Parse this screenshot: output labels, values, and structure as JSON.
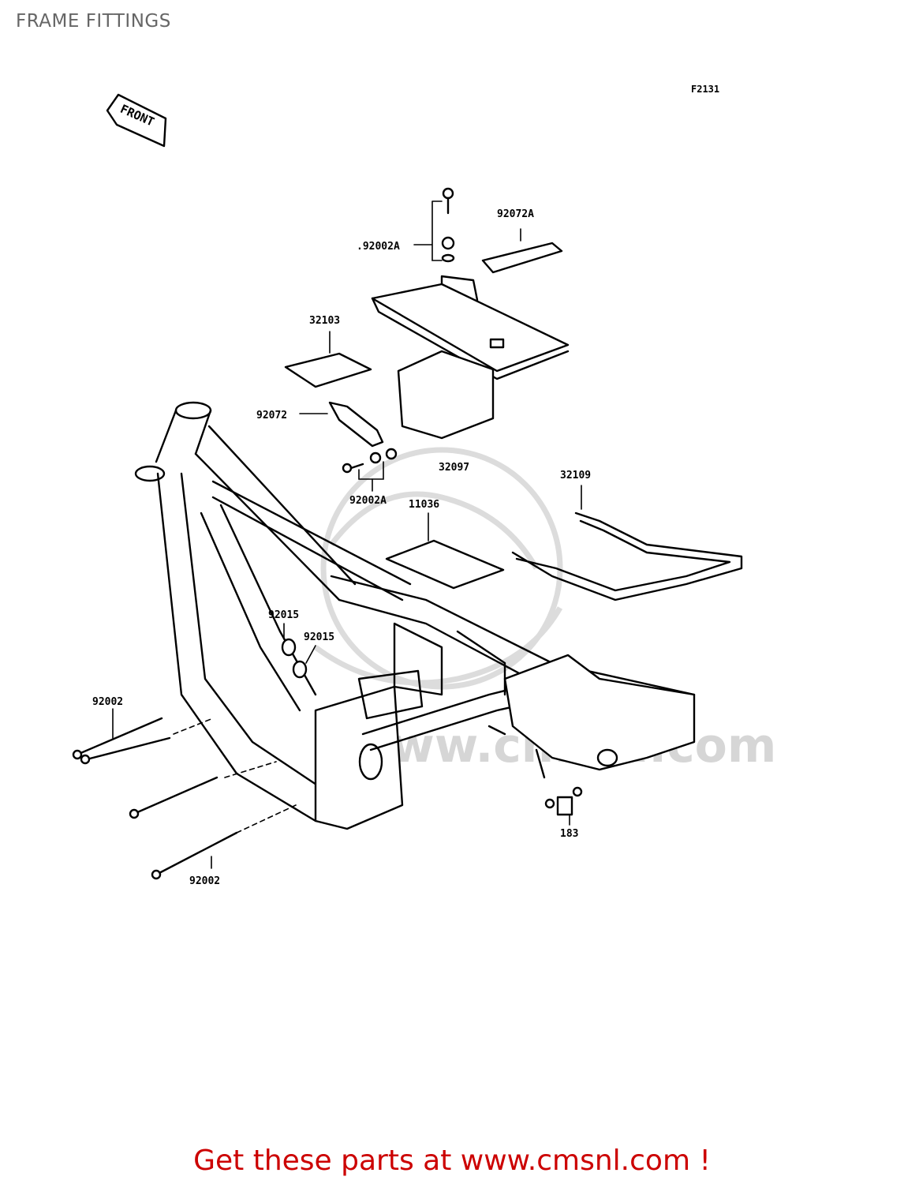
{
  "page": {
    "title": "FRAME FITTINGS"
  },
  "diagram": {
    "code": "F2131",
    "front_label": "FRONT",
    "parts": {
      "p92072A": "92072A",
      "p92002A_top": ".92002A",
      "p32103": "32103",
      "p92072": "92072",
      "p32097": "32097",
      "p92002A_bottom": "92002A",
      "p32109": "32109",
      "p11036": "11036",
      "p92015_a": "92015",
      "p92015_b": "92015",
      "p92002_top": "92002",
      "p92002_bottom": "92002",
      "p183": "183"
    },
    "watermark": "www.cmsnl.com"
  },
  "footer": {
    "promo": "Get these parts at www.cmsnl.com !"
  }
}
